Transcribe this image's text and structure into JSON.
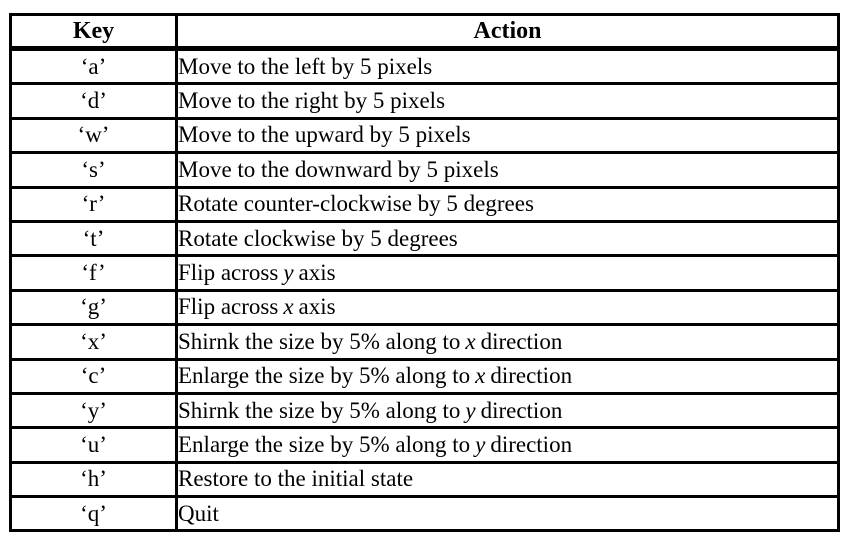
{
  "table": {
    "headers": {
      "key": "Key",
      "action": "Action"
    },
    "rows": [
      {
        "key": "‘a’",
        "pre": "Move to the left by 5 pixels",
        "var": "",
        "post": ""
      },
      {
        "key": "‘d’",
        "pre": "Move to the right by 5 pixels",
        "var": "",
        "post": ""
      },
      {
        "key": "‘w’",
        "pre": "Move to the upward by 5 pixels",
        "var": "",
        "post": ""
      },
      {
        "key": "‘s’",
        "pre": "Move to the downward by 5 pixels",
        "var": "",
        "post": ""
      },
      {
        "key": "‘r’",
        "pre": "Rotate counter-clockwise by 5 degrees",
        "var": "",
        "post": ""
      },
      {
        "key": "‘t’",
        "pre": "Rotate clockwise by 5 degrees",
        "var": "",
        "post": ""
      },
      {
        "key": "‘f’",
        "pre": "Flip across",
        "var": "y",
        "post": "axis"
      },
      {
        "key": "‘g’",
        "pre": "Flip across",
        "var": "x",
        "post": "axis"
      },
      {
        "key": "‘x’",
        "pre": "Shirnk the size by 5% along to",
        "var": "x",
        "post": "direction"
      },
      {
        "key": "‘c’",
        "pre": "Enlarge the size by 5% along to",
        "var": "x",
        "post": "direction"
      },
      {
        "key": "‘y’",
        "pre": "Shirnk the size by 5% along to",
        "var": "y",
        "post": "direction"
      },
      {
        "key": "‘u’",
        "pre": "Enlarge the size by 5% along to",
        "var": "y",
        "post": "direction"
      },
      {
        "key": "‘h’",
        "pre": "Restore to the initial state",
        "var": "",
        "post": ""
      },
      {
        "key": "‘q’",
        "pre": "Quit",
        "var": "",
        "post": ""
      }
    ],
    "text_color": "#000000",
    "border_color": "#000000",
    "background_color": "#ffffff"
  }
}
